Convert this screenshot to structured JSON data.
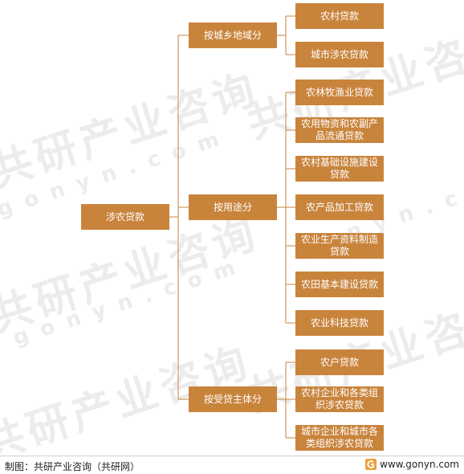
{
  "root": "涉农贷款",
  "categories": [
    {
      "label": "按城乡地域分",
      "items": [
        "农村贷款",
        "城市涉农贷款"
      ]
    },
    {
      "label": "按用途分",
      "items": [
        "农林牧渔业贷款",
        "农用物资和农副产品流通贷款",
        "农村基础设施建设贷款",
        "农产品加工贷款",
        "农业生产资料制造贷款",
        "农田基本建设贷款",
        "农业科技贷款"
      ]
    },
    {
      "label": "按受贷主体分",
      "items": [
        "农户贷款",
        "农村企业和各类组织涉农贷款",
        "城市企业和城市各类组织涉农贷款"
      ]
    }
  ],
  "watermark": {
    "cn": "共研产业咨询",
    "en": "gonyn.com"
  },
  "footer": {
    "source": "制图：共研产业咨询（共研网）",
    "website": "www.gonyn.com"
  },
  "colors": {
    "box": "#c9843c",
    "line": "#c9843c",
    "text": "#ffffff"
  }
}
